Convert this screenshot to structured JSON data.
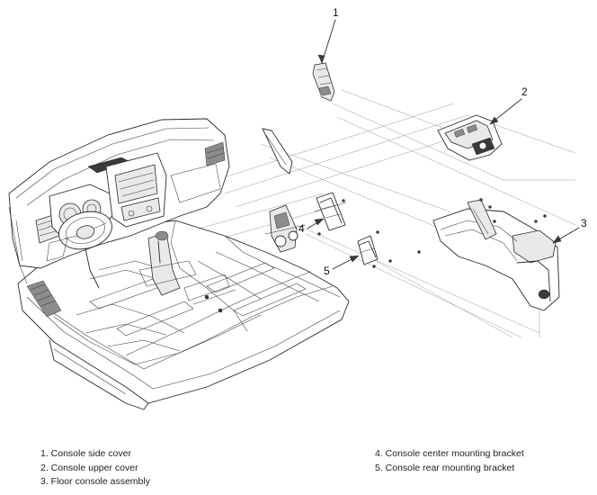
{
  "callouts": [
    "1",
    "2",
    "3",
    "4",
    "5"
  ],
  "legend": {
    "left": [
      "1. Console side cover",
      "2. Console upper cover",
      "3. Floor console assembly"
    ],
    "right": [
      "4. Console center mounting bracket",
      "5. Console rear mounting bracket"
    ]
  }
}
